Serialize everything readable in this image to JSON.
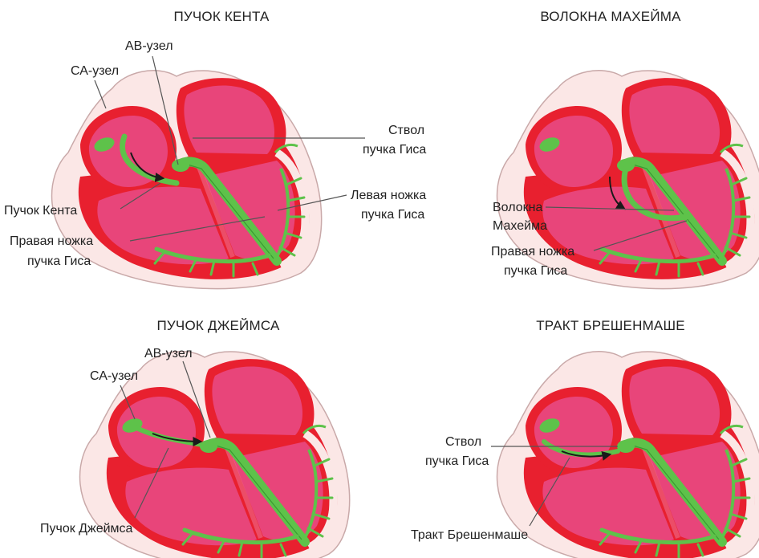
{
  "colors": {
    "outer_shell": "#fbe7e6",
    "wall_red": "#e8202f",
    "chamber_pink": "#e8457a",
    "chamber_light": "#f07aa0",
    "conduction_green": "#5ec24a",
    "conduction_dark": "#3a9a32",
    "arrow": "#1a1a1a"
  },
  "panels": {
    "kent": {
      "title": "ПУЧОК КЕНТА",
      "labels": {
        "sa_node": "СА-узел",
        "av_node": "АВ-узел",
        "his_trunk_1": "Ствол",
        "his_trunk_2": "пучка Гиса",
        "left_branch_1": "Левая ножка",
        "left_branch_2": "пучка Гиса",
        "kent_bundle": "Пучок Кента",
        "right_branch_1": "Правая ножка",
        "right_branch_2": "пучка Гиса"
      }
    },
    "mahaim": {
      "title": "ВОЛОКНА МАХЕЙМА",
      "labels": {
        "fibers_1": "Волокна",
        "fibers_2": "Махейма",
        "right_branch_1": "Правая ножка",
        "right_branch_2": "пучка Гиса"
      }
    },
    "james": {
      "title": "ПУЧОК ДЖЕЙМСА",
      "labels": {
        "av_node": "АВ-узел",
        "sa_node": "СА-узел",
        "james_bundle": "Пучок Джеймса"
      }
    },
    "brechenmacher": {
      "title": "ТРАКТ БРЕШЕНМАШЕ",
      "labels": {
        "his_trunk_1": "Ствол",
        "his_trunk_2": "пучка Гиса",
        "tract": "Тракт Брешенмаше"
      }
    }
  }
}
